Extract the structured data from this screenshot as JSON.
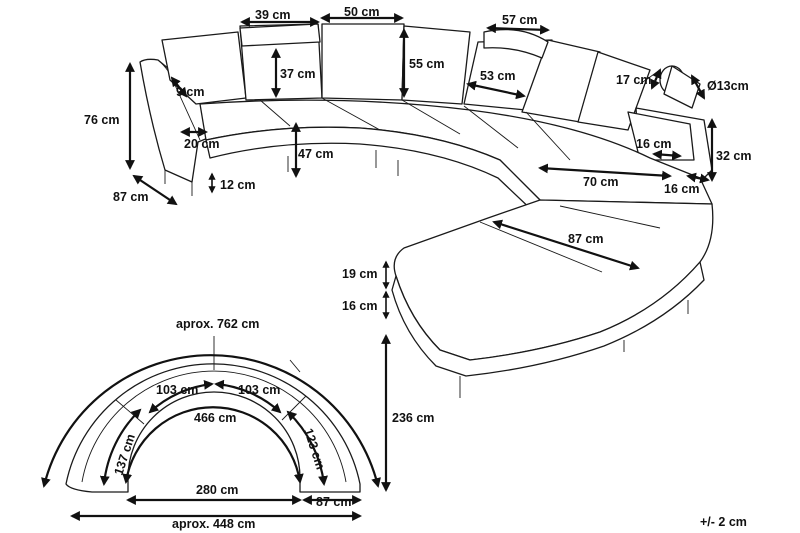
{
  "sofa_view": {
    "dims": {
      "headrest_width": "39 cm",
      "cushion_width": "50 cm",
      "corner_headrest_width": "57 cm",
      "headrest_height": "37 cm",
      "cushion_height": "55 cm",
      "corner_depth": "53 cm",
      "armrest_thickness": "9 cm",
      "total_height": "76 cm",
      "arm_width": "20 cm",
      "seat_height": "47 cm",
      "leg_height": "12 cm",
      "depth": "87 cm",
      "pillow_width": "17 cm",
      "pillow_diameter": "Ø13cm",
      "pillow_depth": "16 cm",
      "back_height": "32 cm",
      "end_thickness": "16 cm",
      "seat_depth": "70 cm",
      "chaise_depth": "87 cm",
      "chaise_cushion": "19 cm",
      "chaise_base": "16 cm",
      "chaise_length": "236 cm"
    }
  },
  "plan_view": {
    "dims": {
      "outer_arc": "aprox. 762 cm",
      "module_left_top": "103 cm",
      "module_right_top": "103 cm",
      "inner_arc": "466 cm",
      "module_left_side": "137 cm",
      "module_right_side": "123 cm",
      "inner_width": "280 cm",
      "end_depth": "87 cm",
      "total_width": "aprox. 448 cm"
    }
  },
  "tolerance": "+/- 2 cm"
}
